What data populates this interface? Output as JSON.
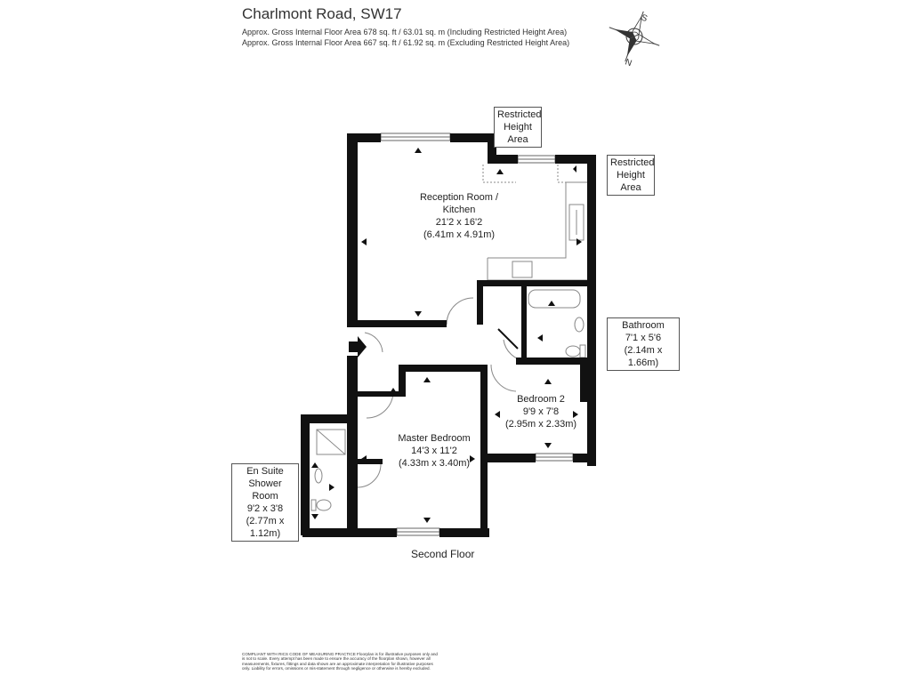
{
  "header": {
    "title": "Charlmont Road, SW17",
    "area_including": "Approx. Gross Internal Floor Area 678 sq. ft / 63.01 sq. m (Including Restricted Height Area)",
    "area_excluding": "Approx. Gross Internal Floor Area 667 sq. ft / 61.92 sq. m (Excluding Restricted Height Area)"
  },
  "compass": {
    "north_label": "N",
    "south_label": "S",
    "icon": "compass-rose-icon"
  },
  "rooms": {
    "reception": {
      "name1": "Reception Room /",
      "name2": "Kitchen",
      "dims_imperial": "21'2 x 16'2",
      "dims_metric": "(6.41m x 4.91m)"
    },
    "master": {
      "name": "Master Bedroom",
      "dims_imperial": "14'3 x 11'2",
      "dims_metric": "(4.33m x 3.40m)"
    },
    "bedroom2": {
      "name": "Bedroom 2",
      "dims_imperial": "9'9 x 7'8",
      "dims_metric": "(2.95m x 2.33m)"
    },
    "bathroom": {
      "name": "Bathroom",
      "dims_imperial": "7'1 x 5'6",
      "dims_metric": "(2.14m x 1.66m)"
    },
    "ensuite": {
      "name1": "En Suite",
      "name2": "Shower Room",
      "dims_imperial": "9'2 x 3'8",
      "dims_metric": "(2.77m x 1.12m)"
    },
    "restricted_top": {
      "line1": "Restricted",
      "line2": "Height",
      "line3": "Area"
    },
    "restricted_right": {
      "line1": "Restricted",
      "line2": "Height",
      "line3": "Area"
    }
  },
  "floor_label": "Second Floor",
  "disclaimer": "COMPLIANT WITH RICS CODE OF MEASURING PRACTICE Floorplan is for illustrative purposes only and is not to scale. Every attempt has been made to ensure the accuracy of the floorplan shown, however all measurements, fixtures, fittings and data shown are an approximate interpretation for illustrative purposes only. Liability for errors, omissions or mis-statement through negligence or otherwise is hereby excluded.",
  "colors": {
    "wall": "#111111",
    "thin_line": "#888888",
    "text": "#222222"
  }
}
